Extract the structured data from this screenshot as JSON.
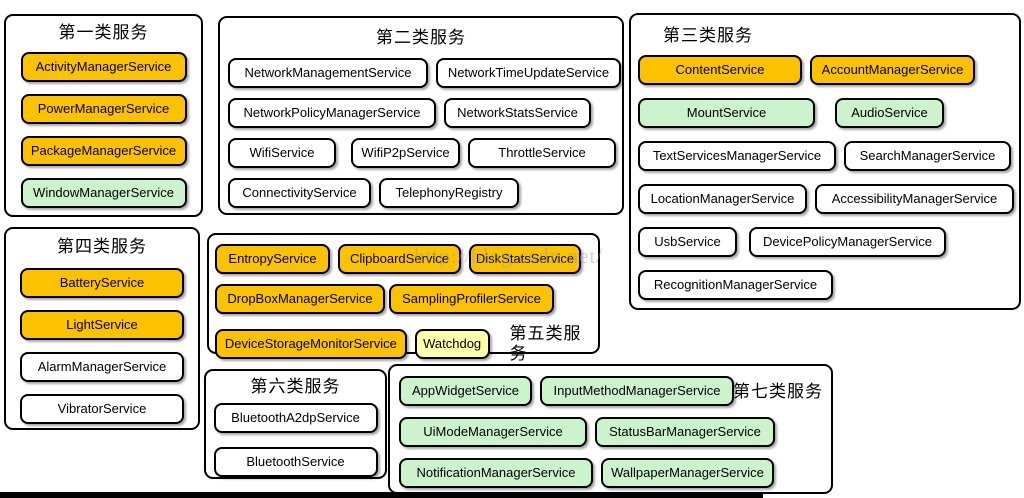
{
  "colors": {
    "orange": "#FCC200",
    "green": "#CCF4CC",
    "yellow": "#FFFFAA",
    "white": "#FFFFFF",
    "border": "#000000"
  },
  "watermark": "http://blog.csdn.net/",
  "groups": [
    {
      "title": "第一类服务",
      "items": [
        {
          "label": "ActivityManagerService",
          "color": "orange"
        },
        {
          "label": "PowerManagerService",
          "color": "orange"
        },
        {
          "label": "PackageManagerService",
          "color": "orange"
        },
        {
          "label": "WindowManagerService",
          "color": "green"
        }
      ]
    },
    {
      "title": "第二类服务",
      "items": [
        {
          "label": "NetworkManagementService",
          "color": "white"
        },
        {
          "label": "NetworkTimeUpdateService",
          "color": "white"
        },
        {
          "label": "NetworkPolicyManagerService",
          "color": "white"
        },
        {
          "label": "NetworkStatsService",
          "color": "white"
        },
        {
          "label": "WifiService",
          "color": "white"
        },
        {
          "label": "WifiP2pService",
          "color": "white"
        },
        {
          "label": "ThrottleService",
          "color": "white"
        },
        {
          "label": "ConnectivityService",
          "color": "white"
        },
        {
          "label": "TelephonyRegistry",
          "color": "white"
        }
      ]
    },
    {
      "title": "第三类服务",
      "items": [
        {
          "label": "ContentService",
          "color": "orange"
        },
        {
          "label": "AccountManagerService",
          "color": "orange"
        },
        {
          "label": "MountService",
          "color": "green"
        },
        {
          "label": "AudioService",
          "color": "green"
        },
        {
          "label": "TextServicesManagerService",
          "color": "white"
        },
        {
          "label": "SearchManagerService",
          "color": "white"
        },
        {
          "label": "LocationManagerService",
          "color": "white"
        },
        {
          "label": "AccessibilityManagerService",
          "color": "white"
        },
        {
          "label": "UsbService",
          "color": "white"
        },
        {
          "label": "DevicePolicyManagerService",
          "color": "white"
        },
        {
          "label": "RecognitionManagerService",
          "color": "white"
        }
      ]
    },
    {
      "title": "第四类服务",
      "items": [
        {
          "label": "BatteryService",
          "color": "orange"
        },
        {
          "label": "LightService",
          "color": "orange"
        },
        {
          "label": "AlarmManagerService",
          "color": "white"
        },
        {
          "label": "VibratorService",
          "color": "white"
        }
      ]
    },
    {
      "title": "第五类服务",
      "items": [
        {
          "label": "EntropyService",
          "color": "orange"
        },
        {
          "label": "ClipboardService",
          "color": "orange"
        },
        {
          "label": "DiskStatsService",
          "color": "orange"
        },
        {
          "label": "DropBoxManagerService",
          "color": "orange"
        },
        {
          "label": "SamplingProfilerService",
          "color": "orange"
        },
        {
          "label": "DeviceStorageMonitorService",
          "color": "orange"
        },
        {
          "label": "Watchdog",
          "color": "yellow"
        }
      ]
    },
    {
      "title": "第六类服务",
      "items": [
        {
          "label": "BluetoothA2dpService",
          "color": "white"
        },
        {
          "label": "BluetoothService",
          "color": "white"
        }
      ]
    },
    {
      "title": "第七类服务",
      "items": [
        {
          "label": "AppWidgetService",
          "color": "green"
        },
        {
          "label": "InputMethodManagerService",
          "color": "green"
        },
        {
          "label": "UiModeManagerService",
          "color": "green"
        },
        {
          "label": "StatusBarManagerService",
          "color": "green"
        },
        {
          "label": "NotificationManagerService",
          "color": "green"
        },
        {
          "label": "WallpaperManagerService",
          "color": "green"
        }
      ]
    }
  ]
}
